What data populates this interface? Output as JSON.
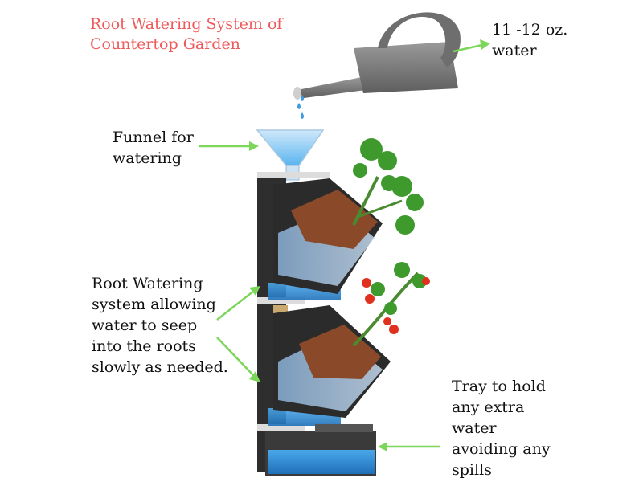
{
  "title": {
    "line1": "Root Watering System of",
    "line2": "Countertop Garden"
  },
  "labels": {
    "water": {
      "line1": "11 -12 oz.",
      "line2": "water"
    },
    "funnel": {
      "line1": "Funnel  for",
      "line2": "watering"
    },
    "root": {
      "line1": "Root Watering",
      "line2": "system allowing",
      "line3": "water to seep",
      "line4": "into the roots",
      "line5": "slowly as needed."
    },
    "tray": {
      "line1": "Tray to hold",
      "line2": "any extra",
      "line3": "water",
      "line4": "avoiding any",
      "line5": "spills"
    }
  },
  "colors": {
    "title": "#ee5a5a",
    "arrow": "#7bd65a",
    "water": "#3f9be0",
    "can": "#7a7a7a",
    "tower": "#2e2e2e",
    "soil": "#8a4a2a",
    "leaf": "#3f9a2e",
    "tomato": "#e0301e"
  }
}
